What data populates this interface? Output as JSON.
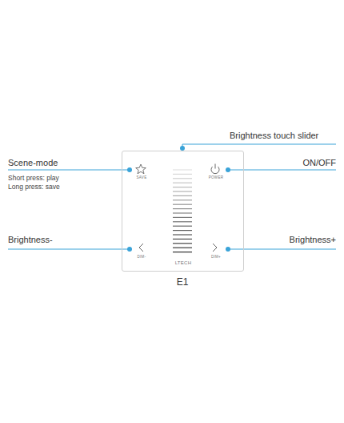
{
  "diagram": {
    "nodes": [
      {
        "text": [
          "SAVE",
          "POWER",
          "DIM-",
          "DIM+",
          "LTECH"
        ]
      }
    ],
    "labels": [
      "Brightness touch slider",
      "Scene-mode",
      "Short press: play",
      "Long press: save",
      "ON/OFF",
      "Brightness-",
      "Brightness+",
      "E1"
    ]
  }
}
